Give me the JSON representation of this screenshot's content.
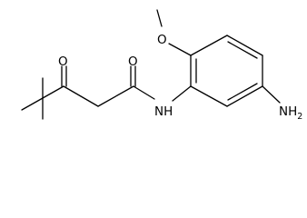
{
  "labels": {
    "ketone_oxygen": "O",
    "amide_oxygen": "O",
    "ether_oxygen": "O",
    "amide_nitrogen": "NH",
    "amine_group": "NH",
    "amine_subscript": "2"
  },
  "colors": {
    "bond": "#000000",
    "text": "#000000",
    "background": "#ffffff"
  }
}
